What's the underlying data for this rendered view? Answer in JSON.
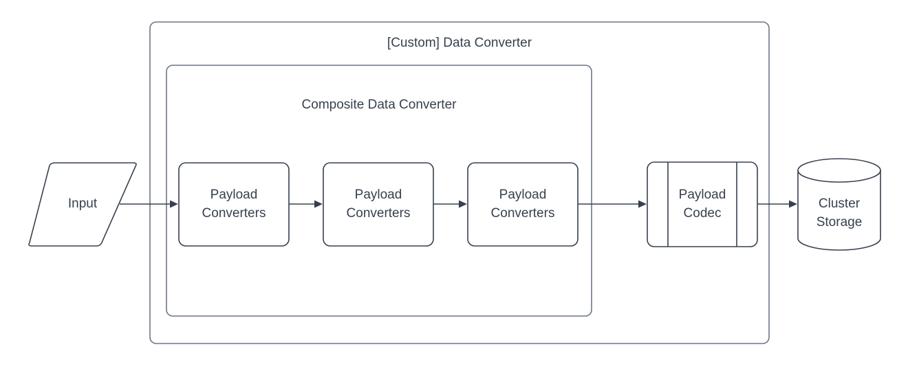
{
  "diagram": {
    "title": "[Custom] Data Converter",
    "background_color": "#ffffff",
    "stroke_color": "#36404e",
    "container_stroke_color": "#6c7786",
    "containers": [
      {
        "id": "custom-data-converter",
        "label": "[Custom] Data Converter",
        "shape": "rounded-rectangle"
      },
      {
        "id": "composite-data-converter",
        "label": "Composite Data Converter",
        "shape": "rounded-rectangle"
      }
    ],
    "nodes": [
      {
        "id": "input",
        "label": "Input",
        "shape": "parallelogram"
      },
      {
        "id": "payload-converters-1",
        "label_line1": "Payload",
        "label_line2": "Converters",
        "shape": "rounded-rectangle"
      },
      {
        "id": "payload-converters-2",
        "label_line1": "Payload",
        "label_line2": "Converters",
        "shape": "rounded-rectangle"
      },
      {
        "id": "payload-converters-3",
        "label_line1": "Payload",
        "label_line2": "Converters",
        "shape": "rounded-rectangle"
      },
      {
        "id": "payload-codec",
        "label_line1": "Payload",
        "label_line2": "Codec",
        "shape": "predefined-process"
      },
      {
        "id": "cluster-storage",
        "label_line1": "Cluster",
        "label_line2": "Storage",
        "shape": "cylinder"
      }
    ],
    "edges": [
      {
        "id": "edge-input-to-pc1",
        "from": "input",
        "to": "payload-converters-1",
        "arrow": "open-filled"
      },
      {
        "id": "edge-pc1-to-pc2",
        "from": "payload-converters-1",
        "to": "payload-converters-2",
        "arrow": "open-filled"
      },
      {
        "id": "edge-pc2-to-pc3",
        "from": "payload-converters-2",
        "to": "payload-converters-3",
        "arrow": "open-filled"
      },
      {
        "id": "edge-pc3-to-codec",
        "from": "payload-converters-3",
        "to": "payload-codec",
        "arrow": "open-filled"
      },
      {
        "id": "edge-codec-to-storage",
        "from": "payload-codec",
        "to": "cluster-storage",
        "arrow": "open-filled"
      }
    ]
  }
}
